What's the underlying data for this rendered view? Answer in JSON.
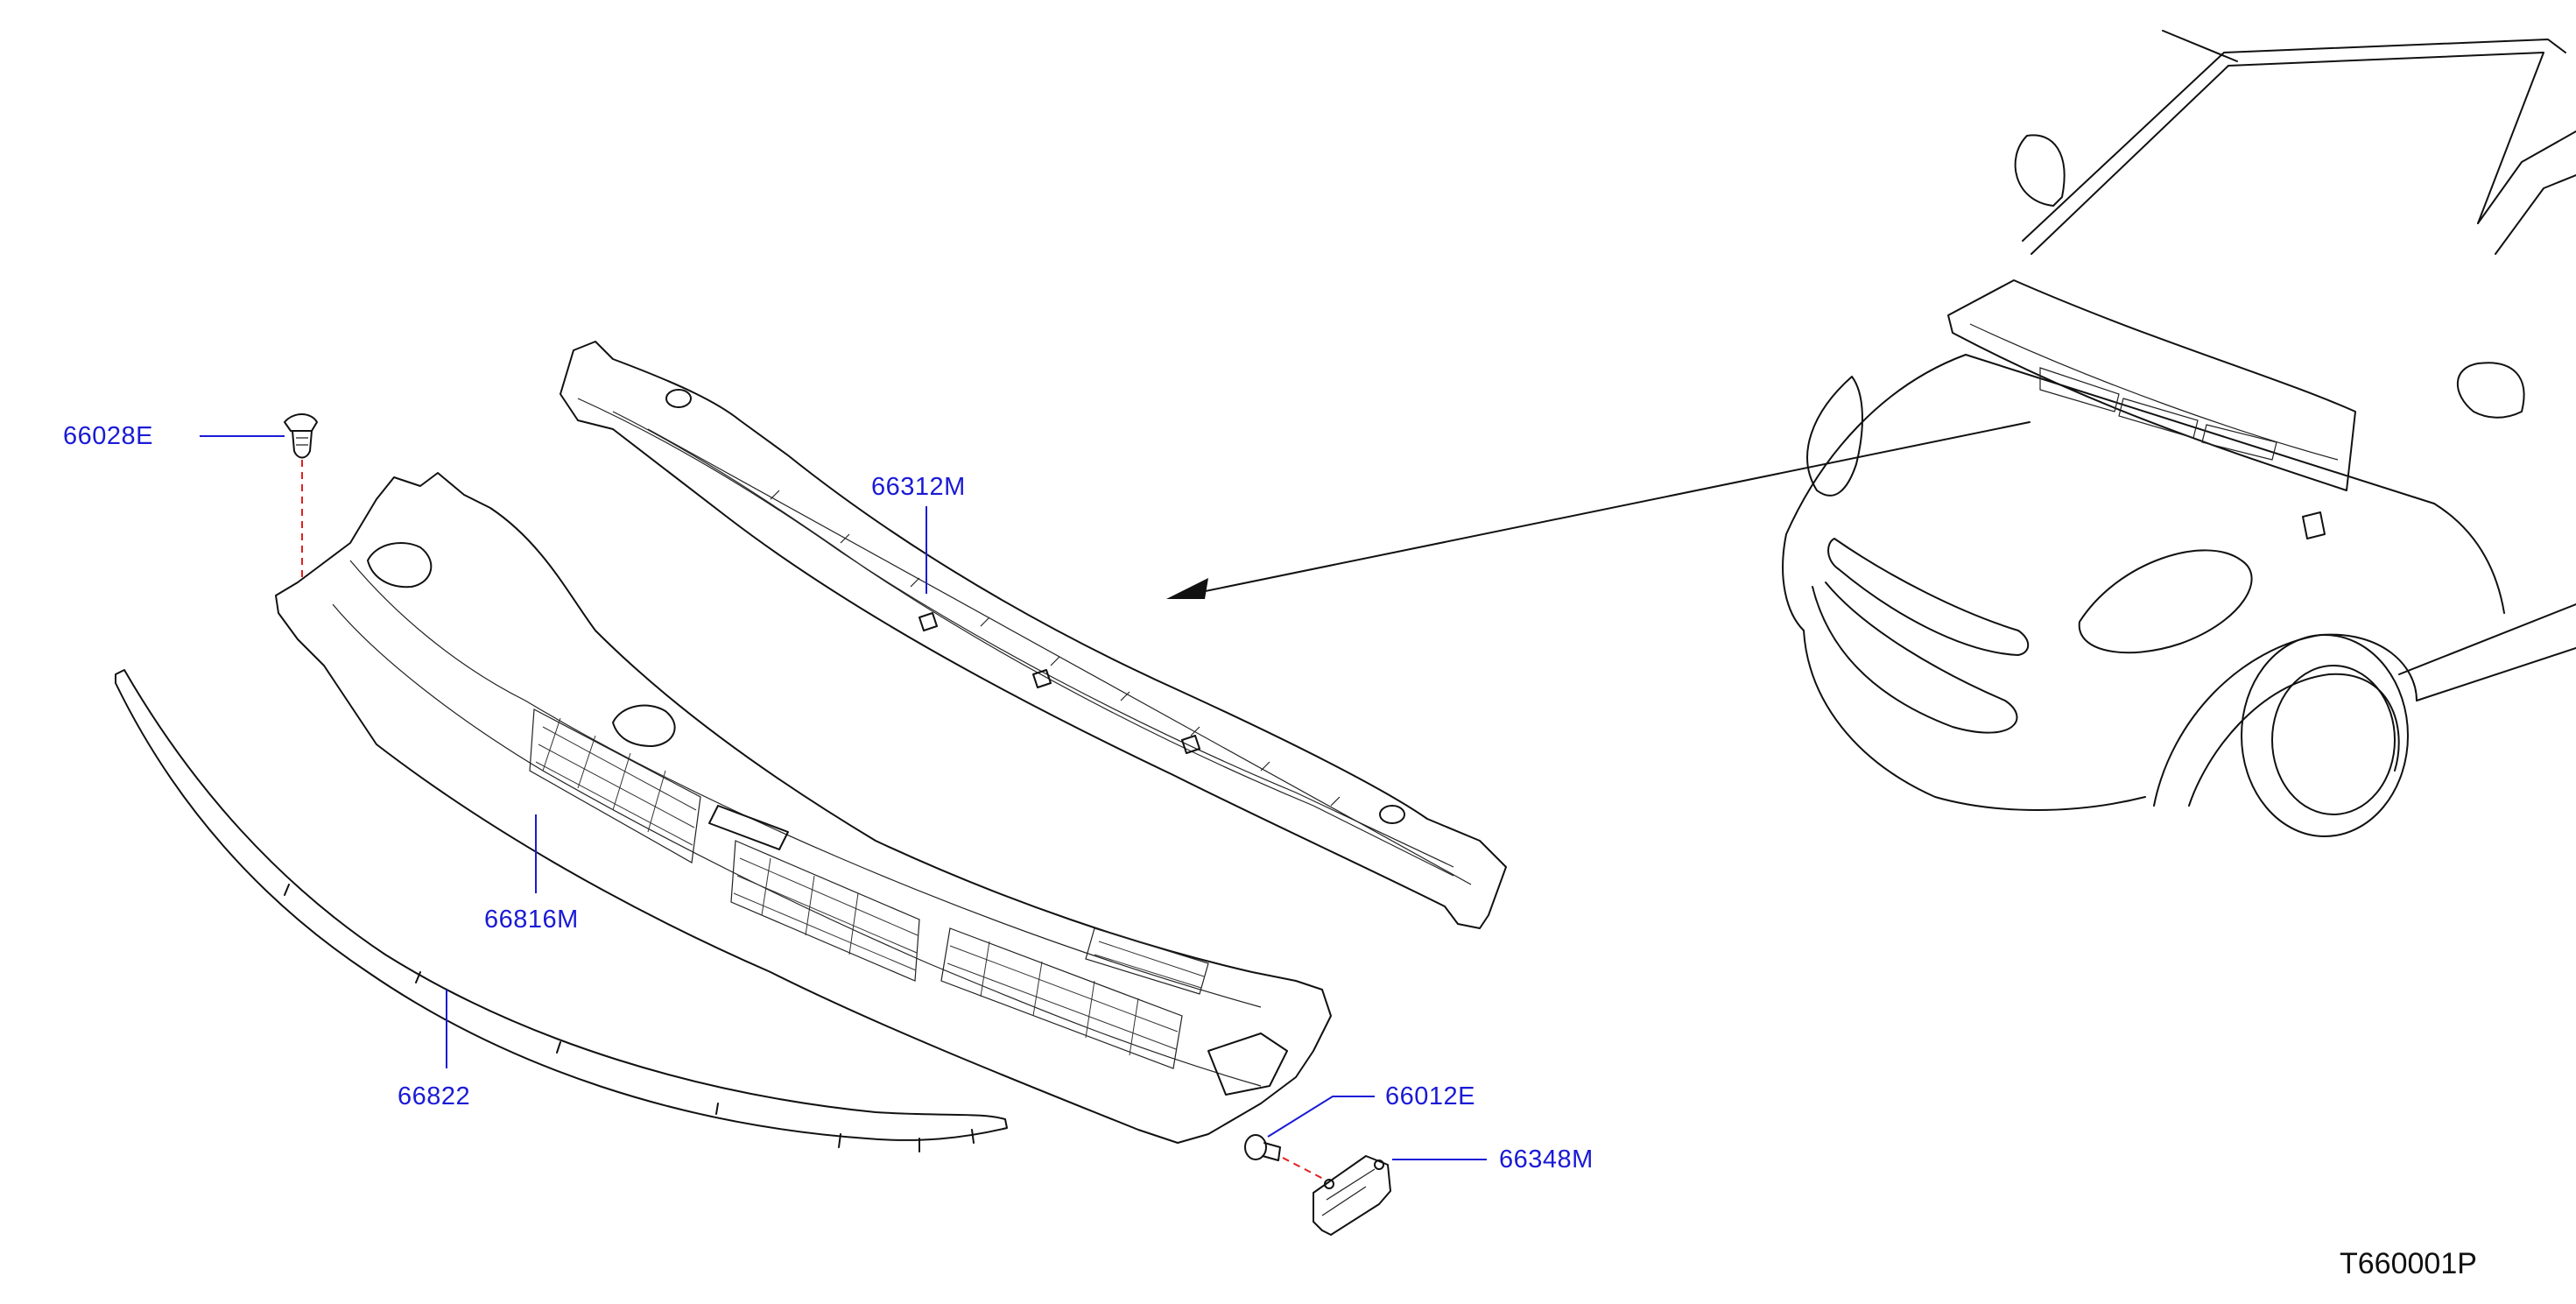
{
  "diagram": {
    "drawing_id": "T660001P",
    "parts": [
      {
        "id": "part-66028e",
        "number": "66028E"
      },
      {
        "id": "part-66312m",
        "number": "66312M"
      },
      {
        "id": "part-66816m",
        "number": "66816M"
      },
      {
        "id": "part-66822",
        "number": "66822"
      },
      {
        "id": "part-66012e",
        "number": "66012E"
      },
      {
        "id": "part-66348m",
        "number": "66348M"
      }
    ]
  },
  "colors": {
    "label": "#1a1ad6",
    "line": "#111111",
    "fastener_dash": "#e02020"
  }
}
